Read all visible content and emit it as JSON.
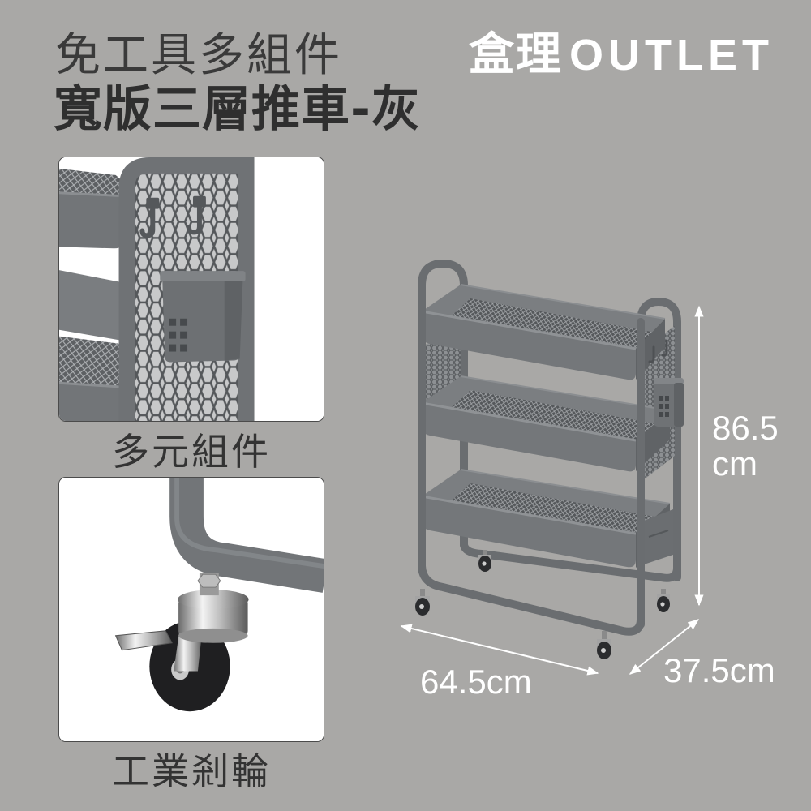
{
  "title": {
    "line1": "免工具多組件",
    "line2": "寬版三層推車-灰"
  },
  "brand": {
    "cn": "盒理",
    "en": "OUTLET"
  },
  "features": [
    {
      "caption": "多元組件"
    },
    {
      "caption": "工業剎輪"
    }
  ],
  "dimensions": {
    "height": "86.5",
    "height_unit": "cm",
    "width": "64.5cm",
    "depth": "37.5cm"
  },
  "colors": {
    "background": "#a9a8a6",
    "title_text": "#333333",
    "brand_text": "#ffffff",
    "dimension_text": "#ffffff",
    "cart_gray": "#737679"
  }
}
